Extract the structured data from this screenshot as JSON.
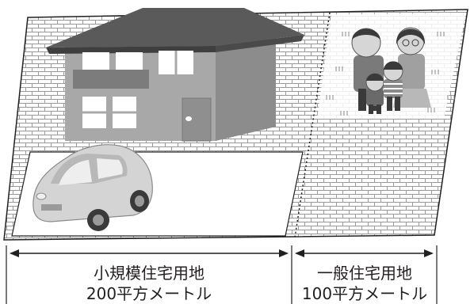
{
  "small_residential": {
    "name": "小規模住宅用地",
    "area": "200平方メートル"
  },
  "general_residential": {
    "name": "一般住宅用地",
    "area": "100平方メートル"
  },
  "colors": {
    "brick_fill": "#ffffff",
    "brick_line": "#9a9a9a",
    "outline": "#231f20",
    "house_wall": "#a8a8a8",
    "house_roof": "#5a5a5a",
    "car_body": "#cfcfcf"
  },
  "icons": [
    "house-icon",
    "car-icon",
    "family-icon"
  ]
}
